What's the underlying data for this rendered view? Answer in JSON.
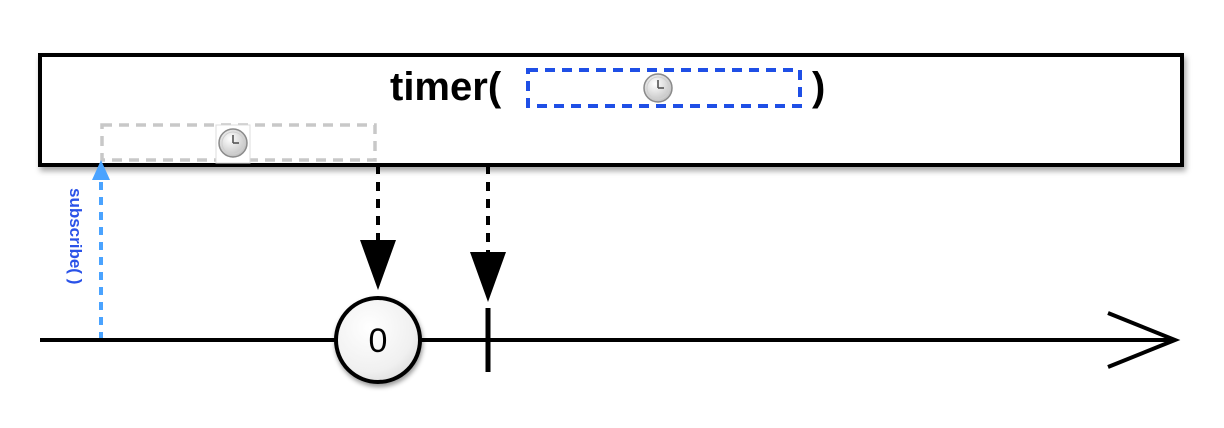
{
  "operator": {
    "name": "timer(",
    "close_paren": ")",
    "param_icon": "clock-icon"
  },
  "subscribe": {
    "label": "subscribe( )"
  },
  "delay_icon": "clock-icon",
  "emitted_item": {
    "label": "0"
  },
  "colors": {
    "param_box": "#1f4fe6",
    "subscribe": "#4aa3ff",
    "subscribe_text": "#2a52e8",
    "delay_box": "#c8c8c8",
    "stroke": "#000000"
  }
}
